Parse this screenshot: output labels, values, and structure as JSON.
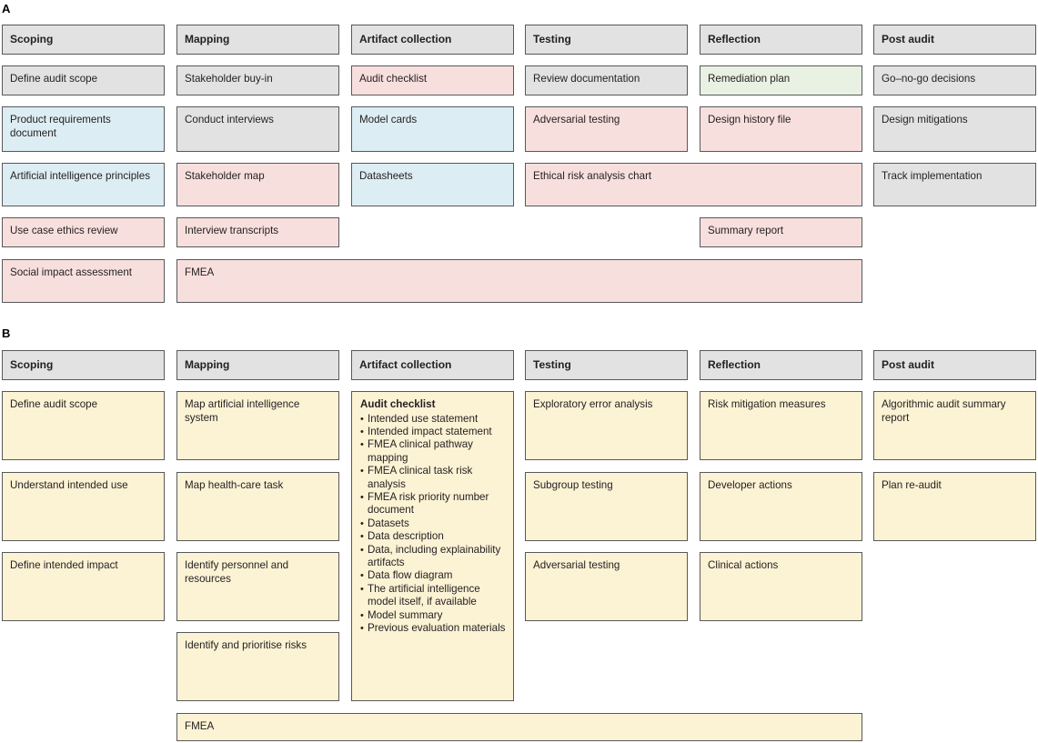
{
  "figure": {
    "panels": [
      {
        "label": "A",
        "columns": [
          "Scoping",
          "Mapping",
          "Artifact collection",
          "Testing",
          "Reflection",
          "Post audit"
        ],
        "boxes": [
          {
            "text": "Define audit scope",
            "color": "grey",
            "col": 1,
            "row": 1,
            "span": 1
          },
          {
            "text": "Product requirements document",
            "color": "blue",
            "col": 1,
            "row": 2,
            "span": 1
          },
          {
            "text": "Artificial intelligence principles",
            "color": "blue",
            "col": 1,
            "row": 3,
            "span": 1
          },
          {
            "text": "Use case ethics review",
            "color": "pink",
            "col": 1,
            "row": 4,
            "span": 1
          },
          {
            "text": "Social impact assessment",
            "color": "pink",
            "col": 1,
            "row": 5,
            "span": 1
          },
          {
            "text": "Stakeholder buy-in",
            "color": "grey",
            "col": 2,
            "row": 1,
            "span": 1
          },
          {
            "text": "Conduct interviews",
            "color": "grey",
            "col": 2,
            "row": 2,
            "span": 1
          },
          {
            "text": "Stakeholder map",
            "color": "pink",
            "col": 2,
            "row": 3,
            "span": 1
          },
          {
            "text": "Interview transcripts",
            "color": "pink",
            "col": 2,
            "row": 4,
            "span": 1
          },
          {
            "text": "FMEA",
            "color": "pink",
            "col": 2,
            "row": 5,
            "span": 4
          },
          {
            "text": "Audit checklist",
            "color": "pink",
            "col": 3,
            "row": 1,
            "span": 1
          },
          {
            "text": "Model cards",
            "color": "blue",
            "col": 3,
            "row": 2,
            "span": 1
          },
          {
            "text": "Datasheets",
            "color": "blue",
            "col": 3,
            "row": 3,
            "span": 1
          },
          {
            "text": "Review documentation",
            "color": "grey",
            "col": 4,
            "row": 1,
            "span": 1
          },
          {
            "text": "Adversarial testing",
            "color": "pink",
            "col": 4,
            "row": 2,
            "span": 1
          },
          {
            "text": "Ethical risk analysis chart",
            "color": "pink",
            "col": 4,
            "row": 3,
            "span": 2
          },
          {
            "text": "Remediation plan",
            "color": "green",
            "col": 5,
            "row": 1,
            "span": 1
          },
          {
            "text": "Design history file",
            "color": "pink",
            "col": 5,
            "row": 2,
            "span": 1
          },
          {
            "text": "Summary report",
            "color": "pink",
            "col": 5,
            "row": 4,
            "span": 1
          },
          {
            "text": "Go–no-go decisions",
            "color": "grey",
            "col": 6,
            "row": 1,
            "span": 1
          },
          {
            "text": "Design mitigations",
            "color": "grey",
            "col": 6,
            "row": 2,
            "span": 1
          },
          {
            "text": "Track implementation",
            "color": "grey",
            "col": 6,
            "row": 3,
            "span": 1
          }
        ]
      },
      {
        "label": "B",
        "columns": [
          "Scoping",
          "Mapping",
          "Artifact collection",
          "Testing",
          "Reflection",
          "Post audit"
        ],
        "boxes": [
          {
            "text": "Define audit scope",
            "color": "cream",
            "col": 1,
            "row": 1,
            "span": 1
          },
          {
            "text": "Understand intended use",
            "color": "cream",
            "col": 1,
            "row": 2,
            "span": 1
          },
          {
            "text": "Define intended impact",
            "color": "cream",
            "col": 1,
            "row": 3,
            "span": 1
          },
          {
            "text": "Map artificial intelligence system",
            "color": "cream",
            "col": 2,
            "row": 1,
            "span": 1
          },
          {
            "text": "Map health-care task",
            "color": "cream",
            "col": 2,
            "row": 2,
            "span": 1
          },
          {
            "text": "Identify personnel and resources",
            "color": "cream",
            "col": 2,
            "row": 3,
            "span": 1
          },
          {
            "text": "Identify and prioritise risks",
            "color": "cream",
            "col": 2,
            "row": 4,
            "span": 1
          },
          {
            "text": "Exploratory error analysis",
            "color": "cream",
            "col": 4,
            "row": 1,
            "span": 1
          },
          {
            "text": "Subgroup testing",
            "color": "cream",
            "col": 4,
            "row": 2,
            "span": 1
          },
          {
            "text": "Adversarial testing",
            "color": "cream",
            "col": 4,
            "row": 3,
            "span": 1
          },
          {
            "text": "Risk mitigation measures",
            "color": "cream",
            "col": 5,
            "row": 1,
            "span": 1
          },
          {
            "text": "Developer actions",
            "color": "cream",
            "col": 5,
            "row": 2,
            "span": 1
          },
          {
            "text": "Clinical actions",
            "color": "cream",
            "col": 5,
            "row": 3,
            "span": 1
          },
          {
            "text": "Algorithmic audit summary report",
            "color": "cream",
            "col": 6,
            "row": 1,
            "span": 1
          },
          {
            "text": "Plan re-audit",
            "color": "cream",
            "col": 6,
            "row": 2,
            "span": 1
          }
        ],
        "checklist": {
          "title": "Audit checklist",
          "items": [
            "Intended use statement",
            "Intended impact statement",
            "FMEA clinical pathway mapping",
            "FMEA clinical task risk analysis",
            "FMEA risk priority number document",
            "Datasets",
            "Data description",
            "Data, including explainability artifacts",
            "Data flow diagram",
            "The artificial intelligence model itself, if available",
            "Model summary",
            "Previous evaluation materials"
          ]
        },
        "fmea_bar": {
          "text": "FMEA",
          "color": "cream"
        }
      }
    ],
    "colors": {
      "grey": "#e2e2e2",
      "blue": "#dcedf3",
      "pink": "#f7dfdd",
      "green": "#e9f1e3",
      "cream": "#fcf2d4",
      "border": "#58585a",
      "text": "#231f20"
    }
  }
}
